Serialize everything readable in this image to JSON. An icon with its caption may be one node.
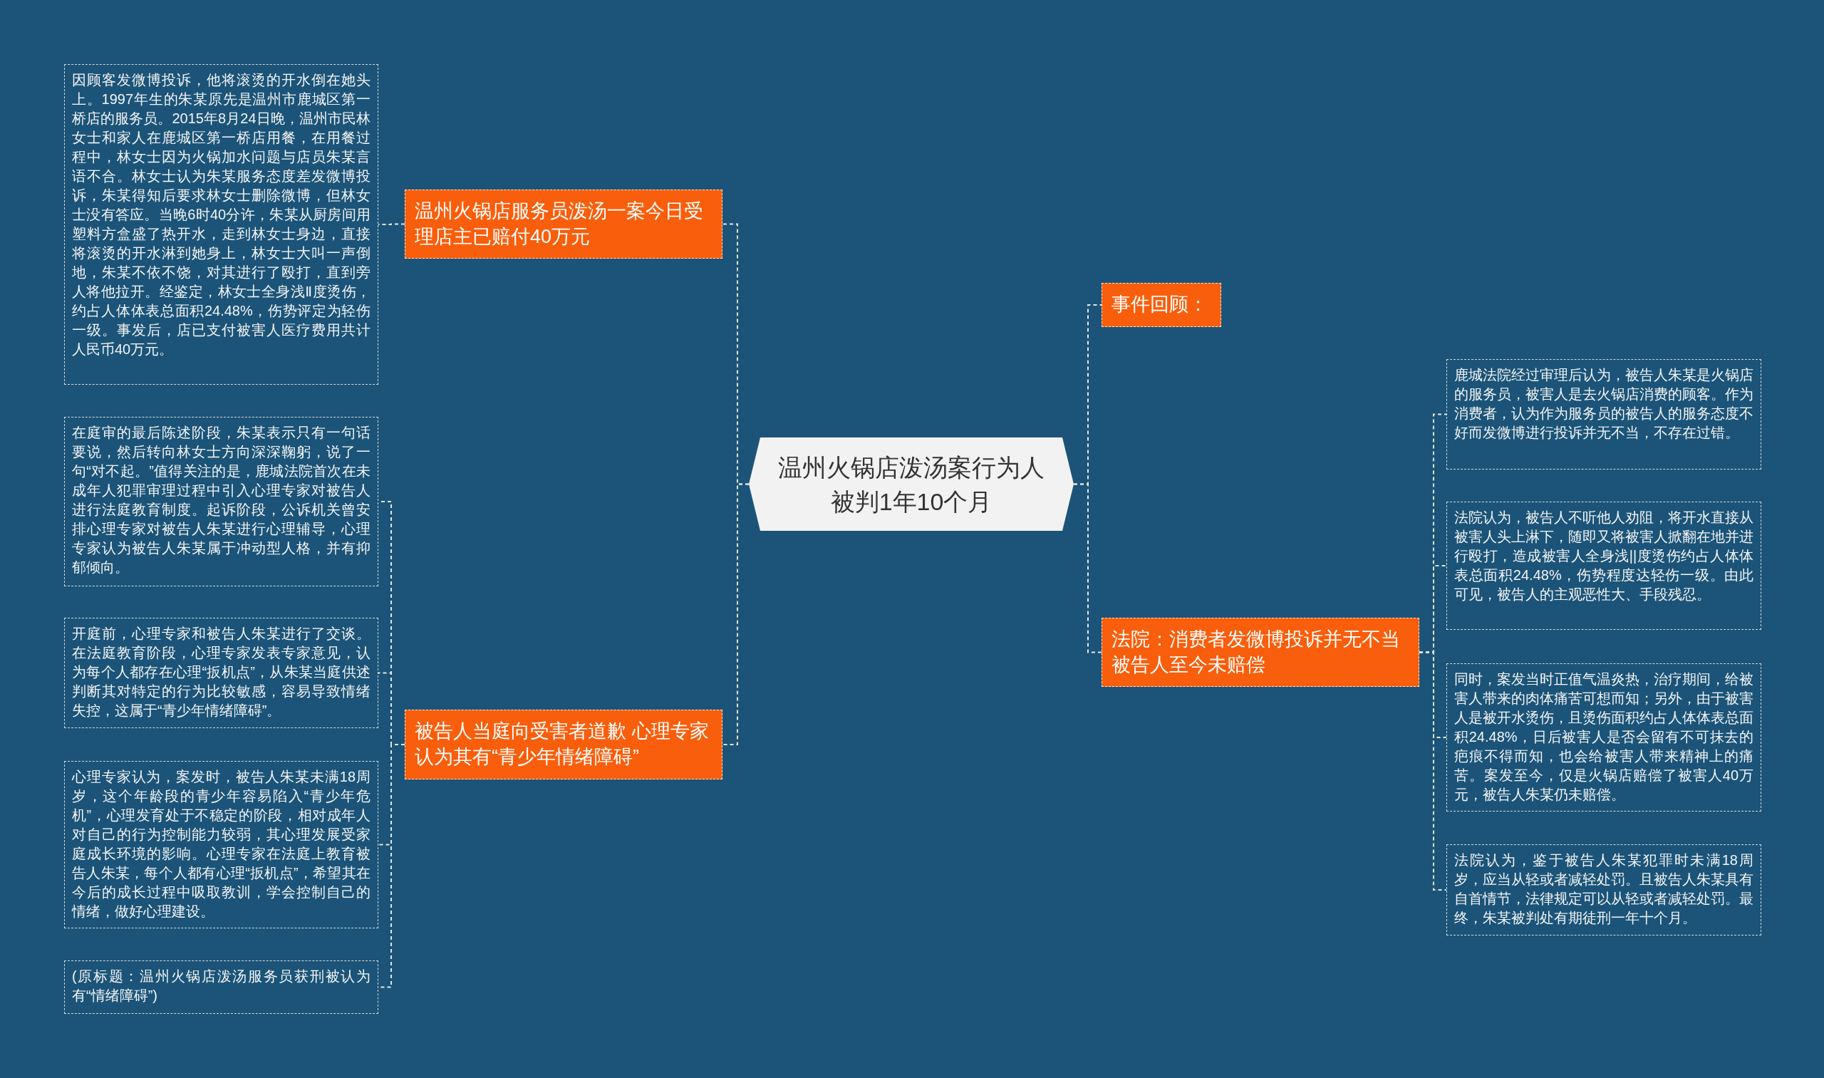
{
  "diagram": {
    "nodes": [
      {
        "text": [
          "温州火锅店泼汤案行为人被判1年10个月"
        ]
      },
      {
        "text": [
          "温州火锅店服务员泼汤一案今日受理店主已赔付40万元"
        ]
      },
      {
        "text": [
          "因顾客发微博投诉，他将滚烫的开水倒在她头上。1997年生的朱某原先是温州市鹿城区第一桥店的服务员。2015年8月24日晚，温州市民林女士和家人在鹿城区第一桥店用餐，在用餐过程中，林女士因为火锅加水问题与店员朱某言语不合。林女士认为朱某服务态度差发微博投诉，朱某得知后要求林女士删除微博，但林女士没有答应。当晚6时40分许，朱某从厨房间用塑料方盒盛了热开水，走到林女士身边，直接将滚烫的开水淋到她身上，林女士大叫一声倒地，朱某不依不饶，对其进行了殴打，直到旁人将他拉开。经鉴定，林女士全身浅Ⅱ度烫伤，约占人体体表总面积24.48%，伤势评定为轻伤一级。事发后，店已支付被害人医疗费用共计人民币40万元。"
        ]
      },
      {
        "text": [
          "被告人当庭向受害者道歉 心理专家认为其有“青少年情绪障碍”"
        ]
      },
      {
        "text": [
          "在庭审的最后陈述阶段，朱某表示只有一句话要说，然后转向林女士方向深深鞠躬，说了一句“对不起。”值得关注的是，鹿城法院首次在未成年人犯罪审理过程中引入心理专家对被告人进行法庭教育制度。起诉阶段，公诉机关曾安排心理专家对被告人朱某进行心理辅导，心理专家认为被告人朱某属于冲动型人格，并有抑郁倾向。"
        ]
      },
      {
        "text": [
          "开庭前，心理专家和被告人朱某进行了交谈。在法庭教育阶段，心理专家发表专家意见，认为每个人都存在心理“扳机点”，从朱某当庭供述判断其对特定的行为比较敏感，容易导致情绪失控，这属于“青少年情绪障碍”。"
        ]
      },
      {
        "text": [
          "心理专家认为，案发时，被告人朱某未满18周岁，这个年龄段的青少年容易陷入“青少年危机”，心理发育处于不稳定的阶段，相对成年人对自己的行为控制能力较弱，其心理发展受家庭成长环境的影响。心理专家在法庭上教育被告人朱某，每个人都有心理“扳机点”，希望其在今后的成长过程中吸取教训，学会控制自己的情绪，做好心理建设。"
        ]
      },
      {
        "text": [
          "(原标题：温州火锅店泼汤服务员获刑被认为有“情绪障碍”)"
        ]
      },
      {
        "text": [
          "事件回顾："
        ]
      },
      {
        "text": [
          "法院：消费者发微博投诉并无不当被告人至今未赔偿"
        ]
      },
      {
        "text": [
          "鹿城法院经过审理后认为，被告人朱某是火锅店的服务员，被害人是去火锅店消费的顾客。作为消费者，认为作为服务员的被告人的服务态度不好而发微博进行投诉并无不当，不存在过错。"
        ]
      },
      {
        "text": [
          "法院认为，被告人不听他人劝阻，将开水直接从被害人头上淋下，随即又将被害人掀翻在地并进行殴打，造成被害人全身浅||度烫伤约占人体体表总面积24.48%，伤势程度达轻伤一级。由此可见，被告人的主观恶性大、手段残忍。"
        ]
      },
      {
        "text": [
          "同时，案发当时正值气温炎热，治疗期间，给被害人带来的肉体痛苦可想而知；另外，由于被害人是被开水烫伤，且烫伤面积约占人体体表总面积24.48%，日后被害人是否会留有不可抹去的疤痕不得而知，也会给被害人带来精神上的痛苦。案发至今，仅是火锅店赔偿了被害人40万元，被告人朱某仍未赔偿。"
        ]
      },
      {
        "text": [
          "法院认为，鉴于被告人朱某犯罪时未满18周岁，应当从轻或者减轻处罚。且被告人朱某具有自首情节，法律规定可以从轻或者减轻处罚。最终，朱某被判处有期徒刑一年十个月。"
        ]
      }
    ],
    "edges": [
      {
        "from": 0,
        "to": 1,
        "arrow": "none"
      },
      {
        "from": 1,
        "to": 2,
        "arrow": "none"
      },
      {
        "from": 0,
        "to": 3,
        "arrow": "none"
      },
      {
        "from": 3,
        "to": 4,
        "arrow": "none"
      },
      {
        "from": 3,
        "to": 5,
        "arrow": "none"
      },
      {
        "from": 3,
        "to": 6,
        "arrow": "none"
      },
      {
        "from": 3,
        "to": 7,
        "arrow": "none"
      },
      {
        "from": 0,
        "to": 8,
        "arrow": "none"
      },
      {
        "from": 0,
        "to": 9,
        "arrow": "none"
      },
      {
        "from": 9,
        "to": 10,
        "arrow": "none"
      },
      {
        "from": 9,
        "to": 11,
        "arrow": "none"
      },
      {
        "from": 9,
        "to": 12,
        "arrow": "none"
      },
      {
        "from": 9,
        "to": 13,
        "arrow": "none"
      }
    ]
  }
}
